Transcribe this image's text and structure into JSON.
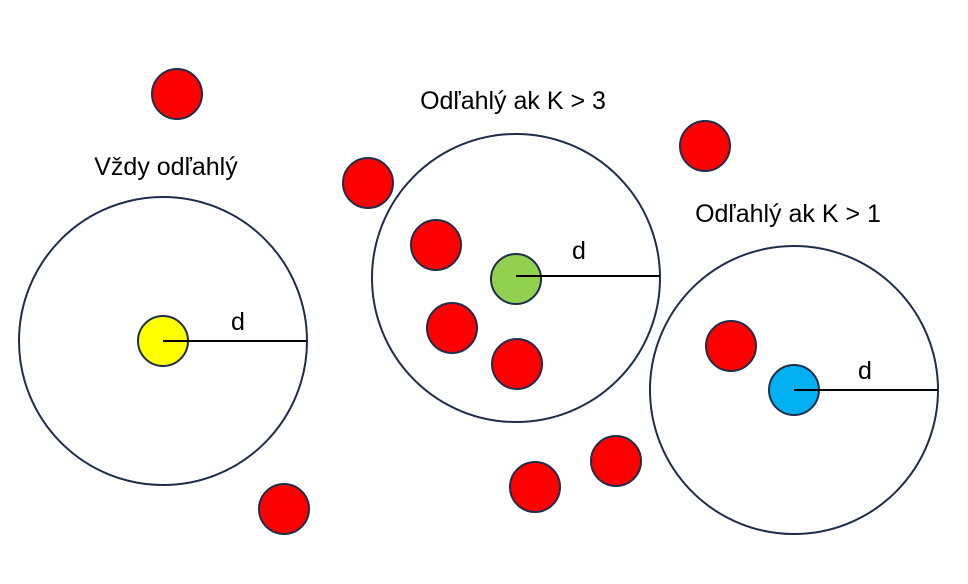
{
  "colors": {
    "outline": "#1f2d4a",
    "red": "#ff0000",
    "yellow": "#ffff00",
    "green": "#92d050",
    "blue": "#00b0f0",
    "radius_line": "#000000",
    "background": "#ffffff"
  },
  "groups": [
    {
      "title": "Vždy odľahlý",
      "radius_label": "d",
      "center_color": "yellow"
    },
    {
      "title": "Odľahlý ak K > 3",
      "radius_label": "d",
      "center_color": "green"
    },
    {
      "title": "Odľahlý ak K > 1",
      "radius_label": "d",
      "center_color": "blue"
    }
  ]
}
